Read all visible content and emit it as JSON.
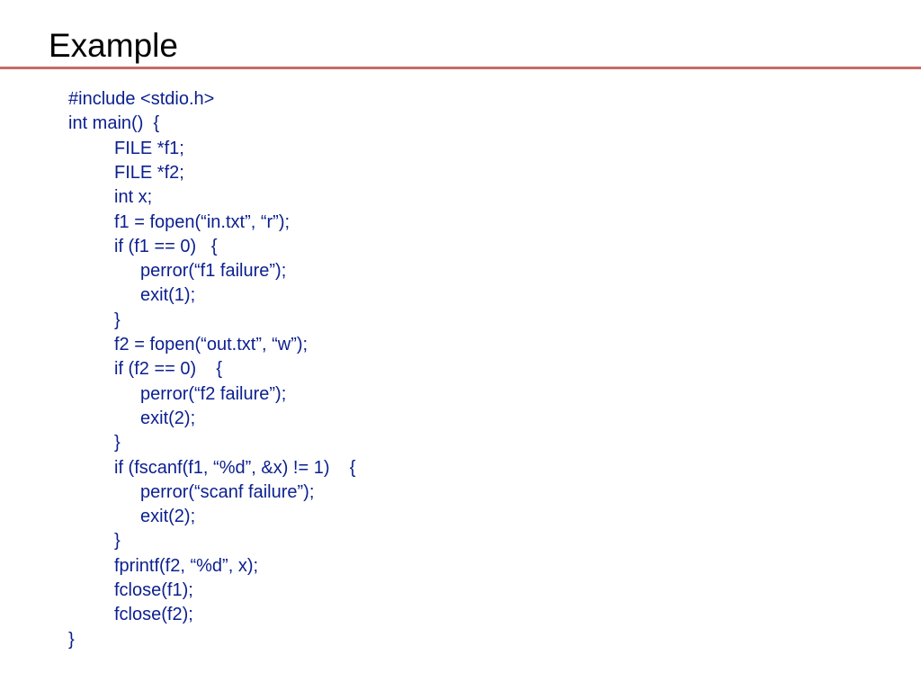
{
  "slide": {
    "title": "Example",
    "accent_color": "#c0504d",
    "code_color": "#0b1f8f",
    "code_lines": [
      {
        "indent": 0,
        "text": "#include <stdio.h>"
      },
      {
        "indent": 0,
        "text": "int main()  {"
      },
      {
        "indent": 1,
        "text": "FILE *f1;"
      },
      {
        "indent": 1,
        "text": "FILE *f2;"
      },
      {
        "indent": 1,
        "text": "int x;"
      },
      {
        "indent": 1,
        "text": "f1 = fopen(“in.txt”, “r”);"
      },
      {
        "indent": 1,
        "text": "if (f1 == 0)   {"
      },
      {
        "indent": 2,
        "text": "perror(“f1 failure”);"
      },
      {
        "indent": 2,
        "text": "exit(1);"
      },
      {
        "indent": 1,
        "text": "}"
      },
      {
        "indent": 1,
        "text": "f2 = fopen(“out.txt”, “w”);"
      },
      {
        "indent": 1,
        "text": "if (f2 == 0)    {"
      },
      {
        "indent": 2,
        "text": "perror(“f2 failure”);"
      },
      {
        "indent": 2,
        "text": "exit(2);"
      },
      {
        "indent": 1,
        "text": "}"
      },
      {
        "indent": 1,
        "text": "if (fscanf(f1, “%d”, &x) != 1)    {"
      },
      {
        "indent": 2,
        "text": "perror(“scanf failure”);"
      },
      {
        "indent": 2,
        "text": "exit(2);"
      },
      {
        "indent": 1,
        "text": "}"
      },
      {
        "indent": 1,
        "text": "fprintf(f2, “%d”, x);"
      },
      {
        "indent": 1,
        "text": "fclose(f1);"
      },
      {
        "indent": 1,
        "text": "fclose(f2);"
      },
      {
        "indent": 0,
        "text": "}"
      }
    ]
  }
}
